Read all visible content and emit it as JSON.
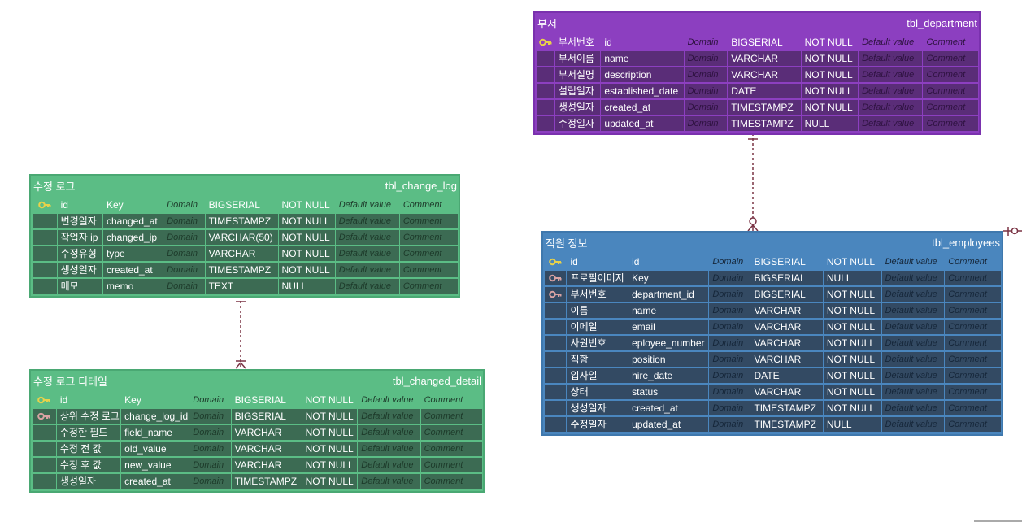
{
  "colors": {
    "green": "#5bbd85",
    "purple": "#8c3fc0",
    "blue": "#4a86be",
    "relation": "#7a3344"
  },
  "tables": {
    "department": {
      "label": "부서",
      "name": "tbl_department",
      "rows": [
        {
          "icon": "primary-key-icon",
          "ko": "부서번호",
          "col": "id",
          "domain": "Domain",
          "type": "BIGSERIAL",
          "null": "NOT NULL",
          "def": "Default value",
          "comment": "Comment"
        },
        {
          "icon": "",
          "ko": "부서이름",
          "col": "name",
          "domain": "Domain",
          "type": "VARCHAR",
          "null": "NOT NULL",
          "def": "Default value",
          "comment": "Comment"
        },
        {
          "icon": "",
          "ko": "부서설명",
          "col": "description",
          "domain": "Domain",
          "type": "VARCHAR",
          "null": "NOT NULL",
          "def": "Default value",
          "comment": "Comment"
        },
        {
          "icon": "",
          "ko": "설립일자",
          "col": "established_date",
          "domain": "Domain",
          "type": "DATE",
          "null": "NOT NULL",
          "def": "Default value",
          "comment": "Comment"
        },
        {
          "icon": "",
          "ko": "생성일자",
          "col": "created_at",
          "domain": "Domain",
          "type": "TIMESTAMPZ",
          "null": "NOT NULL",
          "def": "Default value",
          "comment": "Comment"
        },
        {
          "icon": "",
          "ko": "수정일자",
          "col": "updated_at",
          "domain": "Domain",
          "type": "TIMESTAMPZ",
          "null": "NULL",
          "def": "Default value",
          "comment": "Comment"
        }
      ]
    },
    "change_log": {
      "label": "수정 로그",
      "name": "tbl_change_log",
      "rows": [
        {
          "icon": "primary-key-icon",
          "ko": "id",
          "col": "Key",
          "domain": "Domain",
          "type": "BIGSERIAL",
          "null": "NOT NULL",
          "def": "Default value",
          "comment": "Comment"
        },
        {
          "icon": "",
          "ko": "변경일자",
          "col": "changed_at",
          "domain": "Domain",
          "type": "TIMESTAMPZ",
          "null": "NOT NULL",
          "def": "Default value",
          "comment": "Comment"
        },
        {
          "icon": "",
          "ko": "작업자 ip",
          "col": "changed_ip",
          "domain": "Domain",
          "type": "VARCHAR(50)",
          "null": "NOT NULL",
          "def": "Default value",
          "comment": "Comment"
        },
        {
          "icon": "",
          "ko": "수정유형",
          "col": "type",
          "domain": "Domain",
          "type": "VARCHAR",
          "null": "NOT NULL",
          "def": "Default value",
          "comment": "Comment"
        },
        {
          "icon": "",
          "ko": "생성일자",
          "col": "created_at",
          "domain": "Domain",
          "type": "TIMESTAMPZ",
          "null": "NOT NULL",
          "def": "Default value",
          "comment": "Comment"
        },
        {
          "icon": "",
          "ko": "메모",
          "col": "memo",
          "domain": "Domain",
          "type": "TEXT",
          "null": "NULL",
          "def": "Default value",
          "comment": "Comment"
        }
      ]
    },
    "changed_detail": {
      "label": "수정 로그 디테일",
      "name": "tbl_changed_detail",
      "rows": [
        {
          "icon": "primary-key-icon",
          "ko": "id",
          "col": "Key",
          "domain": "Domain",
          "type": "BIGSERIAL",
          "null": "NOT NULL",
          "def": "Default value",
          "comment": "Comment"
        },
        {
          "icon": "foreign-key-icon",
          "ko": "상위 수정 로그",
          "col": "change_log_id",
          "domain": "Domain",
          "type": "BIGSERIAL",
          "null": "NOT NULL",
          "def": "Default value",
          "comment": "Comment"
        },
        {
          "icon": "",
          "ko": "수정한 필드",
          "col": "field_name",
          "domain": "Domain",
          "type": "VARCHAR",
          "null": "NOT NULL",
          "def": "Default value",
          "comment": "Comment"
        },
        {
          "icon": "",
          "ko": "수정 전 값",
          "col": "old_value",
          "domain": "Domain",
          "type": "VARCHAR",
          "null": "NOT NULL",
          "def": "Default value",
          "comment": "Comment"
        },
        {
          "icon": "",
          "ko": "수정 후 값",
          "col": "new_value",
          "domain": "Domain",
          "type": "VARCHAR",
          "null": "NOT NULL",
          "def": "Default value",
          "comment": "Comment"
        },
        {
          "icon": "",
          "ko": "생성일자",
          "col": "created_at",
          "domain": "Domain",
          "type": "TIMESTAMPZ",
          "null": "NOT NULL",
          "def": "Default value",
          "comment": "Comment"
        }
      ]
    },
    "employees": {
      "label": "직원 정보",
      "name": "tbl_employees",
      "rows": [
        {
          "icon": "primary-key-icon",
          "ko": "id",
          "col": "id",
          "domain": "Domain",
          "type": "BIGSERIAL",
          "null": "NOT NULL",
          "def": "Default value",
          "comment": "Comment"
        },
        {
          "icon": "foreign-key-icon",
          "ko": "프로필이미지",
          "col": "Key",
          "domain": "Domain",
          "type": "BIGSERIAL",
          "null": "NULL",
          "def": "Default value",
          "comment": "Comment"
        },
        {
          "icon": "foreign-key-icon",
          "ko": "부서번호",
          "col": "department_id",
          "domain": "Domain",
          "type": "BIGSERIAL",
          "null": "NOT NULL",
          "def": "Default value",
          "comment": "Comment"
        },
        {
          "icon": "",
          "ko": "이름",
          "col": "name",
          "domain": "Domain",
          "type": "VARCHAR",
          "null": "NOT NULL",
          "def": "Default value",
          "comment": "Comment"
        },
        {
          "icon": "",
          "ko": "이메일",
          "col": "email",
          "domain": "Domain",
          "type": "VARCHAR",
          "null": "NOT NULL",
          "def": "Default value",
          "comment": "Comment"
        },
        {
          "icon": "",
          "ko": "사원번호",
          "col": "eployee_number",
          "domain": "Domain",
          "type": "VARCHAR",
          "null": "NOT NULL",
          "def": "Default value",
          "comment": "Comment"
        },
        {
          "icon": "",
          "ko": "직함",
          "col": "position",
          "domain": "Domain",
          "type": "VARCHAR",
          "null": "NOT NULL",
          "def": "Default value",
          "comment": "Comment"
        },
        {
          "icon": "",
          "ko": "입사일",
          "col": "hire_date",
          "domain": "Domain",
          "type": "DATE",
          "null": "NOT NULL",
          "def": "Default value",
          "comment": "Comment"
        },
        {
          "icon": "",
          "ko": "상태",
          "col": "status",
          "domain": "Domain",
          "type": "VARCHAR",
          "null": "NOT NULL",
          "def": "Default value",
          "comment": "Comment"
        },
        {
          "icon": "",
          "ko": "생성일자",
          "col": "created_at",
          "domain": "Domain",
          "type": "TIMESTAMPZ",
          "null": "NOT NULL",
          "def": "Default value",
          "comment": "Comment"
        },
        {
          "icon": "",
          "ko": "수정일자",
          "col": "updated_at",
          "domain": "Domain",
          "type": "TIMESTAMPZ",
          "null": "NULL",
          "def": "Default value",
          "comment": "Comment"
        }
      ]
    }
  }
}
